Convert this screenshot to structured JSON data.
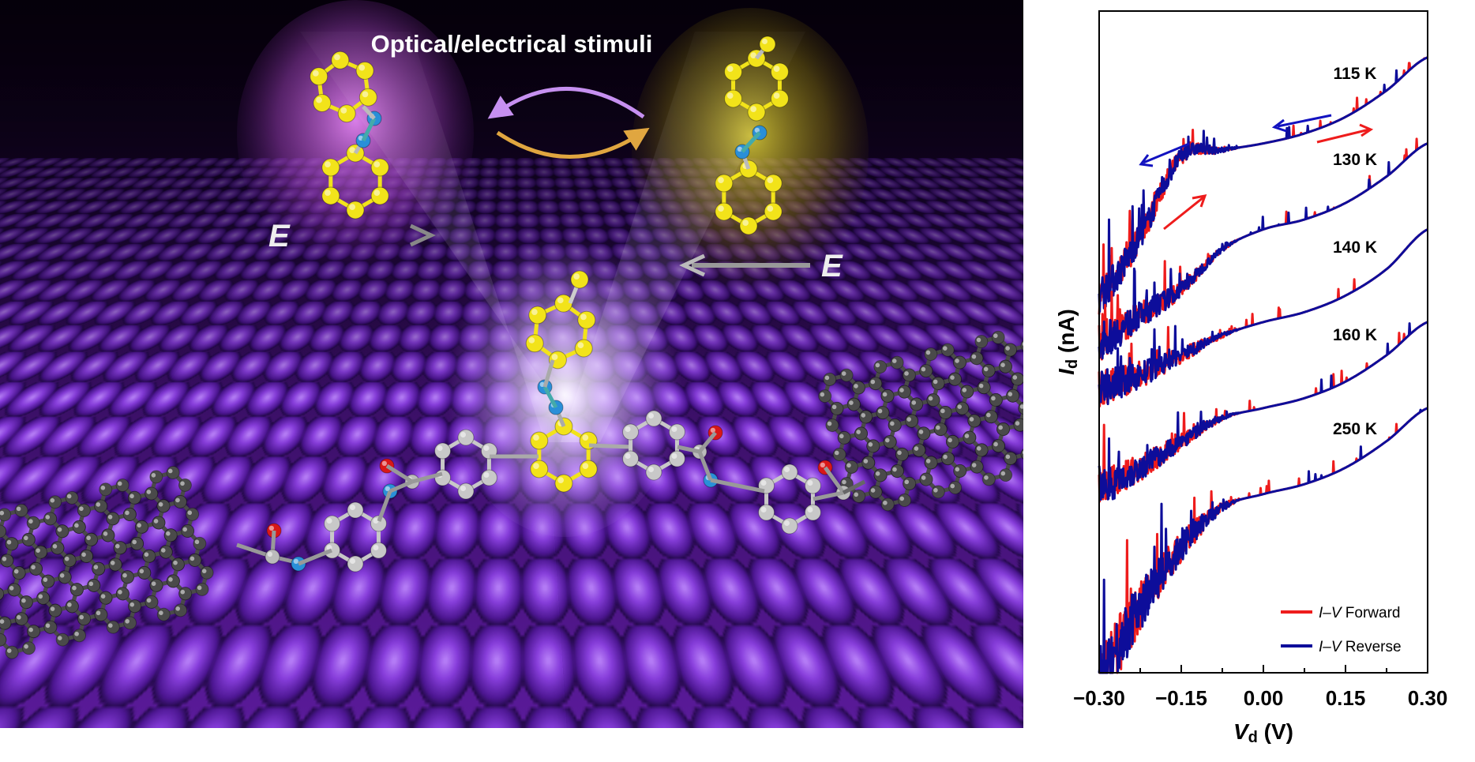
{
  "illustration": {
    "title": "Optical/electrical stimuli",
    "field_left": "E",
    "field_right": "E",
    "colors": {
      "purple_glow": "#d86ee8",
      "yellow_glow": "#c9b51c",
      "carbon_azo": "#f2e31a",
      "nitrogen": "#2a8fd8",
      "oxygen": "#d81818",
      "carbon": "#b8b8b8",
      "graphene": "#555555"
    }
  },
  "chart_data": {
    "type": "line",
    "title": "",
    "xlabel_main": "V",
    "xlabel_sub": "d",
    "xlabel_unit": " (V)",
    "ylabel_main": "I",
    "ylabel_sub": "d",
    "ylabel_unit": " (nA)",
    "xlim": [
      -0.3,
      0.3
    ],
    "ylim": [
      0,
      100
    ],
    "xticks": [
      "−0.30",
      "−0.15",
      "0.00",
      "0.15",
      "0.30"
    ],
    "xtick_values": [
      -0.3,
      -0.15,
      0,
      0.15,
      0.3
    ],
    "x": [
      -0.3,
      -0.225,
      -0.15,
      -0.075,
      0,
      0.075,
      0.15,
      0.225,
      0.3
    ],
    "curves": [
      {
        "label": "115 K",
        "values": [
          57,
          66,
          78,
          79,
          80,
          81.5,
          84,
          88,
          93
        ]
      },
      {
        "label": "130 K",
        "values": [
          50,
          54,
          58,
          64,
          67,
          68.5,
          71,
          75,
          80
        ]
      },
      {
        "label": "140 K",
        "values": [
          43,
          45,
          48,
          51,
          53,
          54.5,
          57,
          61,
          67
        ]
      },
      {
        "label": "160 K",
        "values": [
          28,
          31,
          35,
          38.5,
          40,
          41.5,
          44,
          48,
          53
        ]
      },
      {
        "label": "250 K",
        "values": [
          0,
          10,
          19,
          25,
          27,
          28.5,
          31,
          35,
          40
        ]
      }
    ],
    "series": [
      {
        "name_main": "I–V",
        "name_rest": " Forward",
        "color": "#ee1c1c"
      },
      {
        "name_main": "I–V",
        "name_rest": " Reverse",
        "color": "#0d0d9a"
      }
    ],
    "legend_placement": "bottom-right",
    "grid": false
  }
}
